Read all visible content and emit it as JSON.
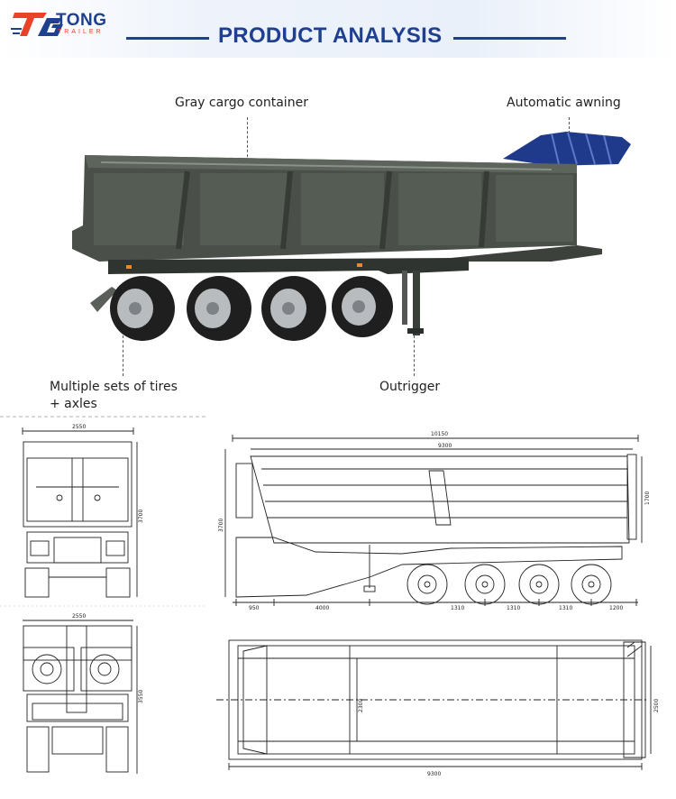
{
  "brand": {
    "name": "TONG",
    "sub": "TRAILER"
  },
  "header": {
    "title": "PRODUCT ANALYSIS"
  },
  "callouts": {
    "container": "Gray cargo container",
    "awning": "Automatic awning",
    "tires_line1": "Multiple sets of tires",
    "tires_line2": "+ axles",
    "outrigger": "Outrigger"
  },
  "drawings": {
    "rear_width": "2550",
    "rear_height": "3700",
    "front_width": "2550",
    "front_height": "3550",
    "side_total_length": "10150",
    "side_box_length": "9300",
    "side_box_height": "1700",
    "side_total_height": "3700",
    "side_seg_1": "950",
    "side_seg_2": "4000",
    "side_seg_3": "1310",
    "side_seg_4": "1310",
    "side_seg_5": "1310",
    "side_seg_6": "1200",
    "top_inner_width": "2300",
    "top_outer_width": "2500",
    "top_length": "9300"
  },
  "colors": {
    "brand_blue": "#1f3f8f",
    "brand_red": "#e8432a",
    "body_gray": "#4a5049",
    "awning_blue": "#1f3a8a"
  }
}
